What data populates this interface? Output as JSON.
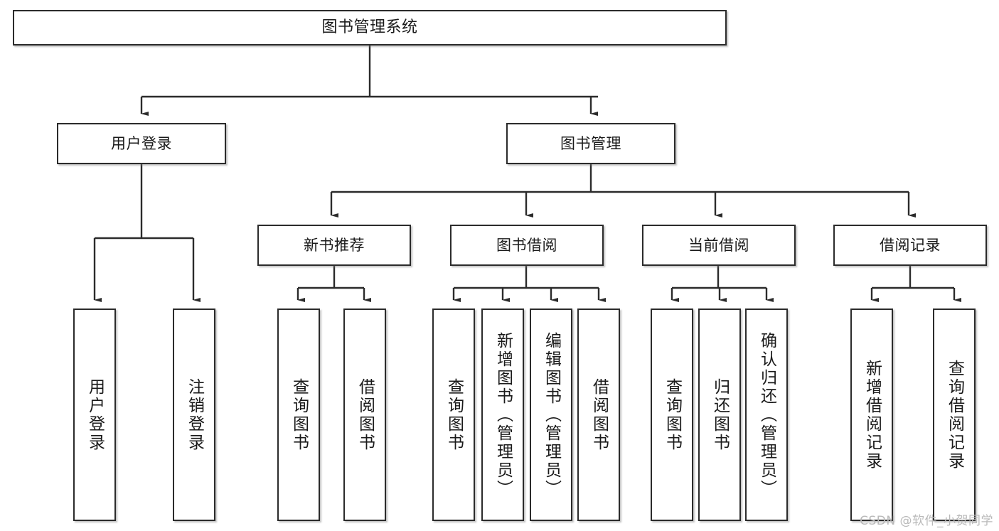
{
  "diagram": {
    "title": "图书管理系统",
    "type": "tree",
    "watermark": "CSDN @软件_小贺同学",
    "colors": {
      "box_border": "#2b2b2b",
      "box_fill": "#ffffff",
      "connector": "#2b2b2b",
      "text": "#1a1a1a",
      "watermark": "#b9b9b9"
    }
  },
  "nodes": {
    "root": {
      "label": "图书管理系统"
    },
    "level2": [
      {
        "id": "user-login",
        "label": "用户登录"
      },
      {
        "id": "book-manage",
        "label": "图书管理"
      }
    ],
    "level3": [
      {
        "id": "new-book-recommend",
        "label": "新书推荐"
      },
      {
        "id": "book-borrow",
        "label": "图书借阅"
      },
      {
        "id": "current-borrow",
        "label": "当前借阅"
      },
      {
        "id": "borrow-record",
        "label": "借阅记录"
      }
    ],
    "leaves": {
      "user_login": [
        {
          "id": "leaf-user-login",
          "label": "用户登录"
        },
        {
          "id": "leaf-logout-login",
          "label": "注销登录"
        }
      ],
      "new_book_recommend": [
        {
          "id": "leaf-query-book-1",
          "label": "查询图书"
        },
        {
          "id": "leaf-borrow-book-1",
          "label": "借阅图书"
        }
      ],
      "book_borrow": [
        {
          "id": "leaf-query-book-2",
          "label": "查询图书"
        },
        {
          "id": "leaf-add-book",
          "label": "新增图书（管理员）"
        },
        {
          "id": "leaf-edit-book",
          "label": "编辑图书（管理员）"
        },
        {
          "id": "leaf-borrow-book-2",
          "label": "借阅图书"
        }
      ],
      "current_borrow": [
        {
          "id": "leaf-query-book-3",
          "label": "查询图书"
        },
        {
          "id": "leaf-return-book",
          "label": "归还图书"
        },
        {
          "id": "leaf-confirm-return",
          "label": "确认归还（管理员）"
        }
      ],
      "borrow_record": [
        {
          "id": "leaf-add-record",
          "label": "新增借阅记录"
        },
        {
          "id": "leaf-query-record",
          "label": "查询借阅记录"
        }
      ]
    }
  }
}
